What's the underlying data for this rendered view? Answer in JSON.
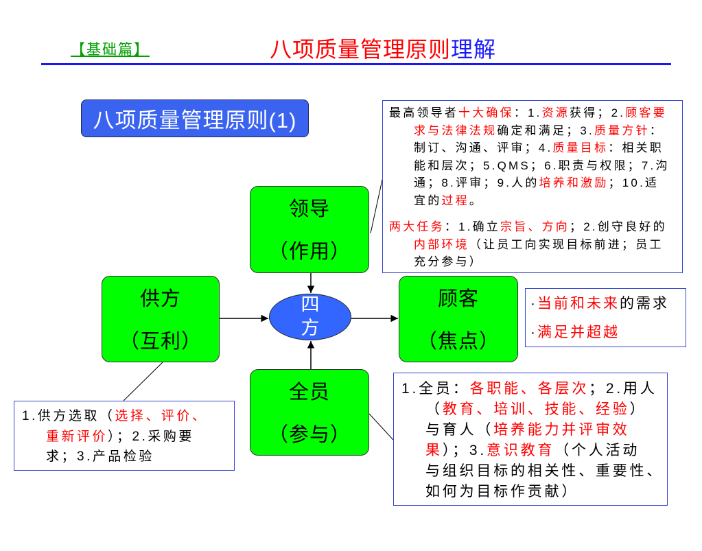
{
  "header": {
    "section_tag": "【基础篇】",
    "title_main": "八项质量管理原则",
    "title_suffix": "理解"
  },
  "principle_label": "八项质量管理原则(1)",
  "hub": {
    "line1": "四",
    "line2": "方"
  },
  "nodes": {
    "leader": {
      "name": "领导",
      "role": "（作用）"
    },
    "supplier": {
      "name": "供方",
      "role": "（互利）"
    },
    "customer": {
      "name": "顾客",
      "role": "（焦点）"
    },
    "staff": {
      "name": "全员",
      "role": "（参与）"
    }
  },
  "notes": {
    "leader": {
      "paragraph_1": [
        [
          {
            "text": "最高领导者"
          },
          {
            "text": "十大确保",
            "red": true
          },
          {
            "text": "：1."
          },
          {
            "text": "资源",
            "red": true
          },
          {
            "text": "获得；2."
          },
          {
            "text": "顾客要",
            "red": true
          }
        ],
        [
          {
            "text": "求与法律法规",
            "red": true
          },
          {
            "text": "确定和满足；3."
          },
          {
            "text": "质量方针",
            "red": true
          },
          {
            "text": "："
          }
        ],
        [
          {
            "text": "制订、沟通、评审；4."
          },
          {
            "text": "质量目标",
            "red": true
          },
          {
            "text": "：相关职"
          }
        ],
        [
          {
            "text": "能和层次；5.QMS；6.职责与权限；7.沟"
          }
        ],
        [
          {
            "text": "通；8.评审；9.人的"
          },
          {
            "text": "培养和激励",
            "red": true
          },
          {
            "text": "；10.适"
          }
        ],
        [
          {
            "text": "宜的"
          },
          {
            "text": "过程",
            "red": true
          },
          {
            "text": "。"
          }
        ]
      ],
      "paragraph_2": [
        [
          {
            "text": "两大任务",
            "red": true
          },
          {
            "text": "：1.确立"
          },
          {
            "text": "宗旨、方向",
            "red": true
          },
          {
            "text": "；2.创守良好的"
          }
        ],
        [
          {
            "text": "内部环境",
            "red": true
          },
          {
            "text": "（让员工向实现目标前进；员工"
          }
        ],
        [
          {
            "text": "充分参与）"
          }
        ]
      ]
    },
    "customer": {
      "lines": [
        [
          {
            "text": "·"
          },
          {
            "text": "当前和未来",
            "red": true
          },
          {
            "text": "的需求"
          }
        ],
        [
          {
            "text": "·"
          },
          {
            "text": "满足并超越",
            "red": true
          }
        ]
      ]
    },
    "supplier": {
      "lines": [
        [
          {
            "text": "1.供方选取（"
          },
          {
            "text": "选择、评价、",
            "red": true
          }
        ],
        [
          {
            "text": "重新评价",
            "red": true
          },
          {
            "text": "）；2.采购要"
          }
        ],
        [
          {
            "text": "求；3.产品检验"
          }
        ]
      ]
    },
    "staff": {
      "lines": [
        [
          {
            "text": "1.全员："
          },
          {
            "text": "各职能、各层次",
            "red": true
          },
          {
            "text": "；2.用人"
          }
        ],
        [
          {
            "text": "（"
          },
          {
            "text": "教育、培训、技能、经验",
            "red": true
          },
          {
            "text": "）"
          }
        ],
        [
          {
            "text": "与育人（"
          },
          {
            "text": "培养能力并评审效",
            "red": true
          }
        ],
        [
          {
            "text": "果",
            "red": true
          },
          {
            "text": "）；3."
          },
          {
            "text": "意识教育",
            "red": true
          },
          {
            "text": "（个人活动"
          }
        ],
        [
          {
            "text": "与组织目标的相关性、重要性、"
          }
        ],
        [
          {
            "text": "如何为目标作贡献）"
          }
        ]
      ]
    }
  },
  "colors": {
    "emphasis_red": "#ff0000",
    "node_green": "#00ff00",
    "hub_blue": "#3366ff",
    "label_blue": "#3a64f0",
    "note_border": "#3344cc",
    "rule_blue": "#1a1aee",
    "tag_green": "#00a000",
    "title_blue": "#1a1aff"
  }
}
